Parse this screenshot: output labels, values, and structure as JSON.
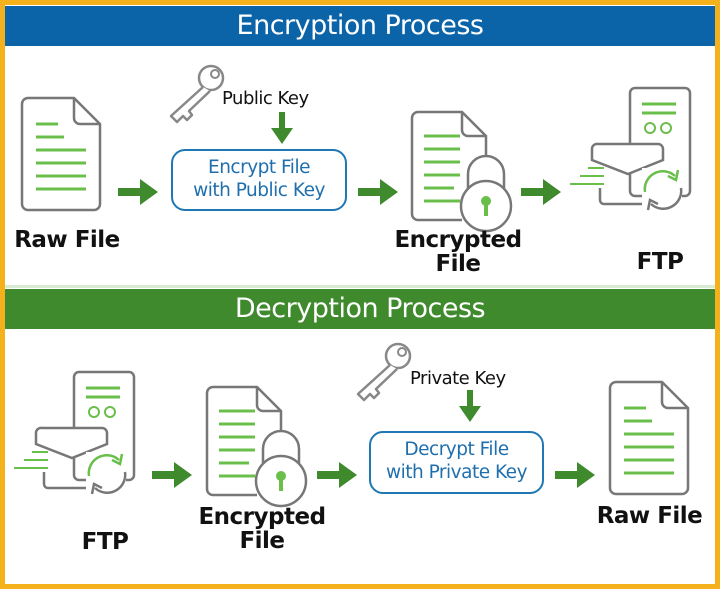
{
  "colors": {
    "border": "#f4b11c",
    "encryption_banner": "#0b63a8",
    "decryption_banner": "#3f8a2d",
    "arrow": "#3f8a2d",
    "icon_line": "#6abf4b",
    "icon_outline": "#777777",
    "process_text": "#1f6fae"
  },
  "encryption": {
    "title": "Encryption Process",
    "steps": {
      "raw_file": {
        "label": "Raw File",
        "icon": "document-icon"
      },
      "key": {
        "label": "Public Key",
        "icon": "key-icon"
      },
      "process": {
        "line1": "Encrypt File",
        "line2": "with Public Key"
      },
      "encrypted_file": {
        "line1": "Encrypted",
        "line2": "File",
        "icon": "locked-document-icon"
      },
      "ftp": {
        "label": "FTP",
        "icon": "ftp-server-icon"
      }
    }
  },
  "decryption": {
    "title": "Decryption Process",
    "steps": {
      "ftp": {
        "label": "FTP",
        "icon": "ftp-server-icon"
      },
      "encrypted_file": {
        "line1": "Encrypted",
        "line2": "File",
        "icon": "locked-document-icon"
      },
      "key": {
        "label": "Private Key",
        "icon": "key-icon"
      },
      "process": {
        "line1": "Decrypt File",
        "line2": "with Private Key"
      },
      "raw_file": {
        "label": "Raw File",
        "icon": "document-icon"
      }
    }
  }
}
